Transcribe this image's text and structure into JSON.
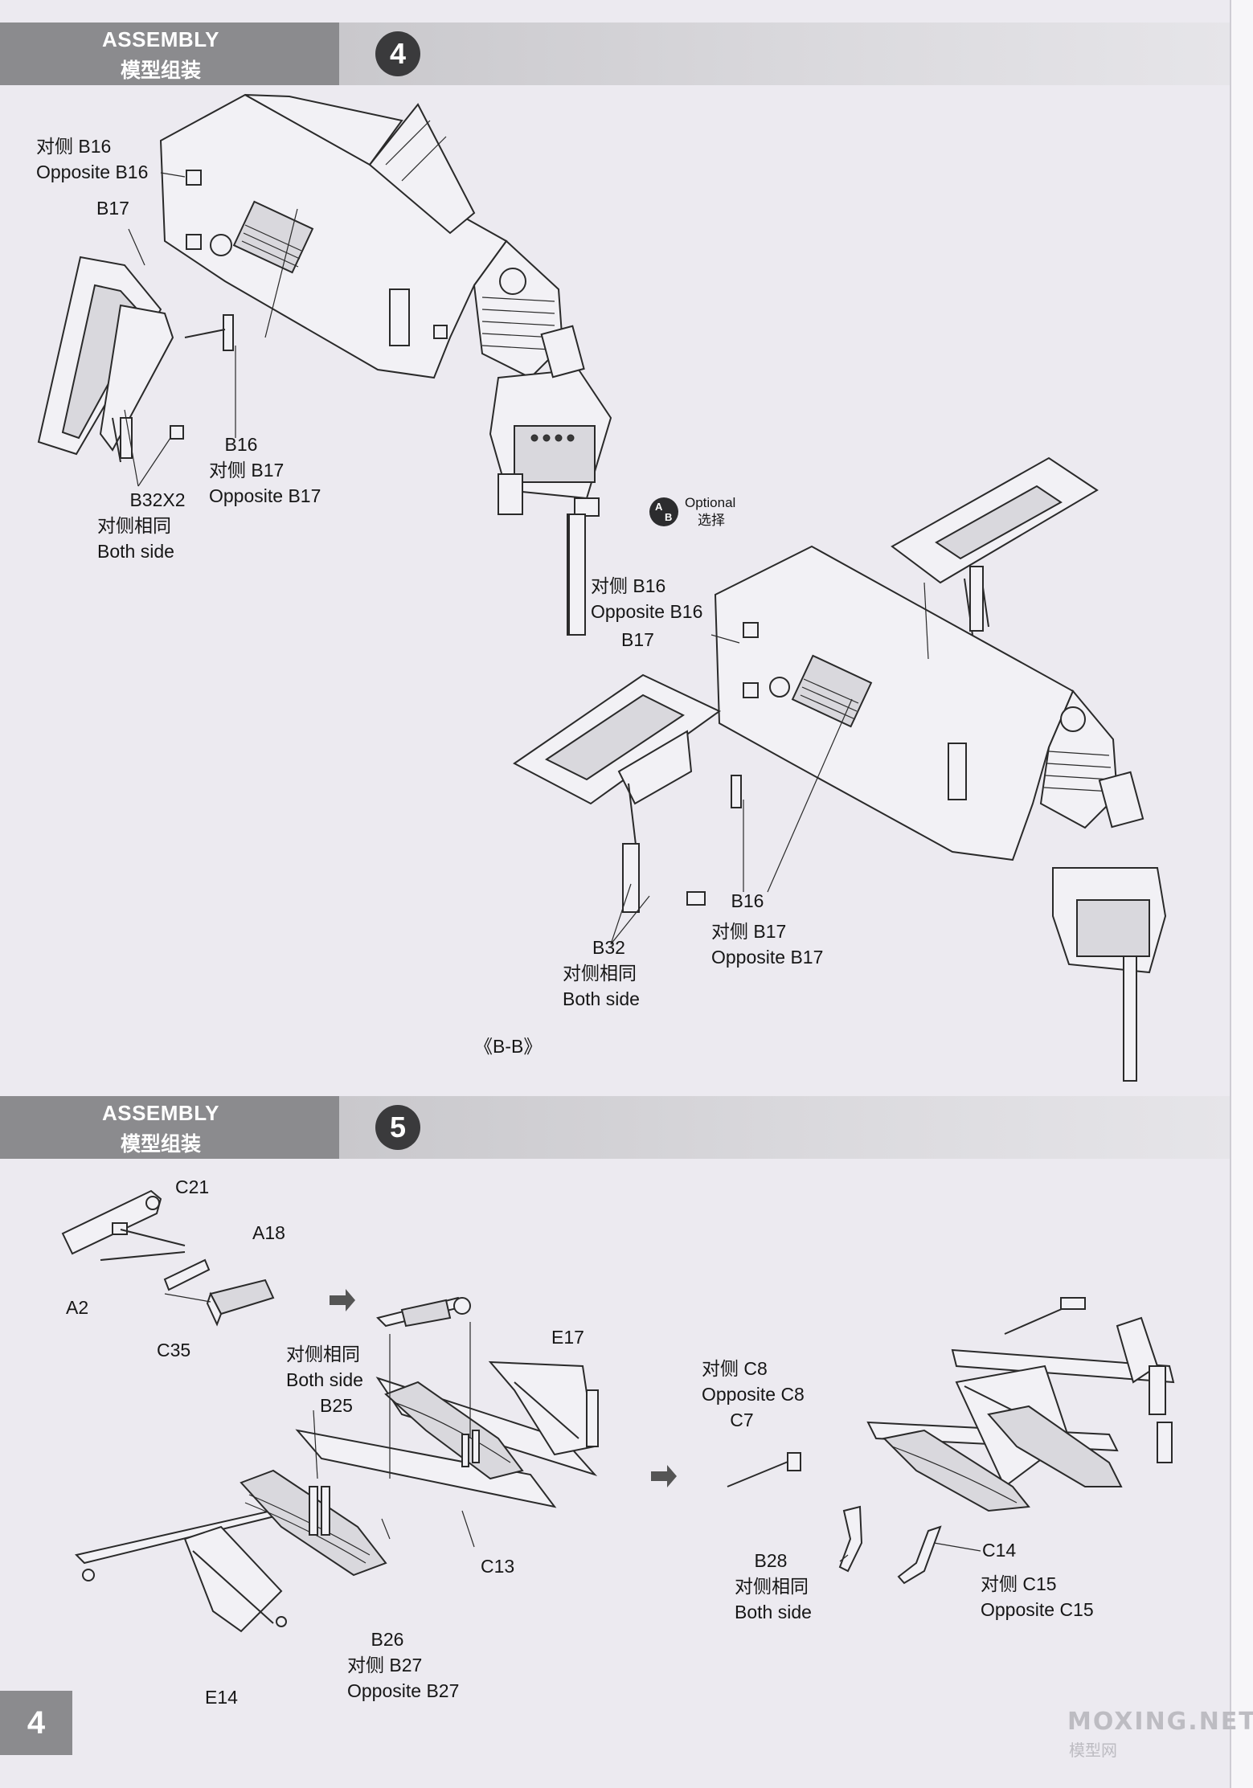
{
  "header_step4": {
    "title_en": "ASSEMBLY",
    "title_cn": "模型组装",
    "step": "4"
  },
  "header_step5": {
    "title_en": "ASSEMBLY",
    "title_cn": "模型组装",
    "step": "5"
  },
  "step4": {
    "upper": {
      "b16_cn": "对侧  B16",
      "b16_en": "Opposite B16",
      "b17_top": "B17",
      "b16_mid": "B16",
      "b17_cn": "对侧  B17",
      "b17_en": "Opposite B17",
      "b32": "B32X2",
      "both_cn": "对侧相同",
      "both_en": "Both side"
    },
    "optional": {
      "icon_a": "A",
      "icon_b": "B",
      "en": "Optional",
      "cn": "选择"
    },
    "lower": {
      "b16_cn": "对侧  B16",
      "b16_en": "Opposite B16",
      "b17_top": "B17",
      "b16_mid": "B16",
      "b17_cn": "对侧  B17",
      "b17_en": "Opposite B17",
      "b32": "B32",
      "both_cn": "对侧相同",
      "both_en": "Both side"
    },
    "section_label": "《B-B》"
  },
  "step5": {
    "c21": "C21",
    "a18": "A18",
    "a2": "A2",
    "c35": "C35",
    "both_cn": "对侧相同",
    "both_en": "Both side",
    "b25": "B25",
    "e17": "E17",
    "c13": "C13",
    "b26": "B26",
    "b27_cn": "对侧  B27",
    "b27_en": "Opposite B27",
    "e14": "E14",
    "c8_cn": "对侧  C8",
    "c8_en": "Opposite C8",
    "c7": "C7",
    "b28": "B28",
    "b28_cn": "对侧相同",
    "b28_en": "Both side",
    "c14": "C14",
    "c15_cn": "对侧  C15",
    "c15_en": "Opposite C15"
  },
  "page_number": "4",
  "watermark": {
    "en": "MOXING.NET",
    "cn": "模型网"
  }
}
